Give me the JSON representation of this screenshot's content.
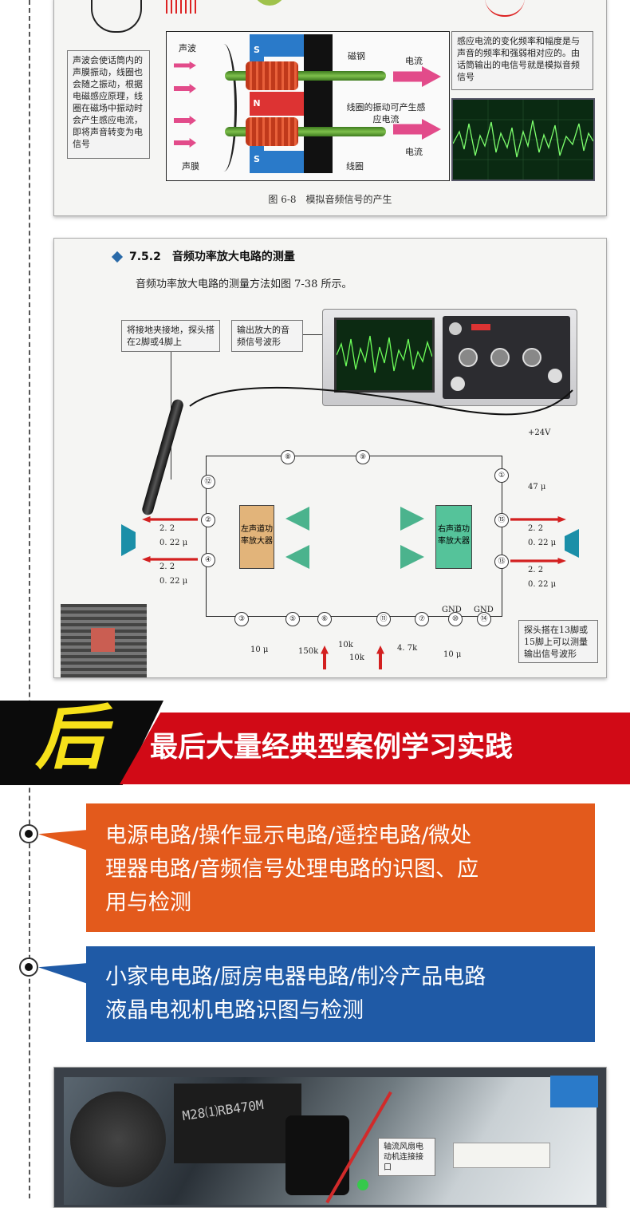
{
  "fig1": {
    "labels": {
      "sound_wave": "声波",
      "magnet_steel": "磁钢",
      "current_top": "电流",
      "current_bottom": "电流",
      "diaphragm": "声膜",
      "coil": "线圈",
      "vibration_note": "线圈的振动可产生感应电流",
      "pole_s_top": "S",
      "pole_n": "N",
      "pole_s_bottom": "S"
    },
    "left_callout": "声波会使话筒内的声膜振动，线圈也会随之振动，根据电磁感应原理，线圈在磁场中振动时会产生感应电流，即将声音转变为电信号",
    "right_callout": "感应电流的变化频率和幅度是与声音的频率和强弱相对应的。由话筒输出的电信号就是模拟音频信号",
    "caption": "图 6-8　模拟音频信号的产生"
  },
  "fig2": {
    "section_title": "7.5.2　音频功率放大电路的测量",
    "intro": "音频功率放大电路的测量方法如图 7-38 所示。",
    "callout_probe": "将接地夹接地，探头搭在2脚或4脚上",
    "callout_output": "输出放大的音频信号波形",
    "callout_measure": "探头搭在13脚或15脚上可以测量输出信号波形",
    "left_amp": "左声道功率放大器",
    "right_amp": "右声道功率放大器",
    "supply": "+24V",
    "cap_47": "47 μ",
    "left_r1": "2. 2",
    "left_c1": "0. 22 μ",
    "left_r2": "2. 2",
    "left_c2": "0. 22 μ",
    "right_r1": "2. 2",
    "right_c1": "0. 22 μ",
    "right_r2": "2. 2",
    "right_c2": "0. 22 μ",
    "gnd1": "GND",
    "gnd2": "GND",
    "c10u_left": "10 μ",
    "r150k": "150k",
    "r10k_a": "10k",
    "r10k_b": "10k",
    "r4_7k": "4. 7k",
    "c10u_right": "10 μ",
    "pins": [
      "⑧",
      "⑨",
      "⑫",
      "①",
      "②",
      "④",
      "⑮",
      "⑬",
      "③",
      "⑤",
      "⑥",
      "⑪",
      "⑦",
      "⑩",
      "⑭"
    ]
  },
  "banner": {
    "char": "后",
    "text": "最后大量经典型案例学习实践"
  },
  "box_orange": {
    "line1": "电源电路/操作显示电路/遥控电路/微处",
    "line2": "理器电路/音频信号处理电路的识图、应",
    "line3": "用与检测"
  },
  "box_blue": {
    "line1": "小家电电路/厨房电器电路/制冷产品电路",
    "line2": "液晶电视机电路识图与检测"
  },
  "fig3": {
    "board_label": "M28⑴RB470M",
    "fan_label": "轴流风扇电动机连接接口"
  },
  "colors": {
    "orange": "#e35a1c",
    "blue": "#1f5aa6",
    "banner_red": "#d10a16",
    "banner_black": "#0b0b0b",
    "yellow": "#f6e11a"
  }
}
